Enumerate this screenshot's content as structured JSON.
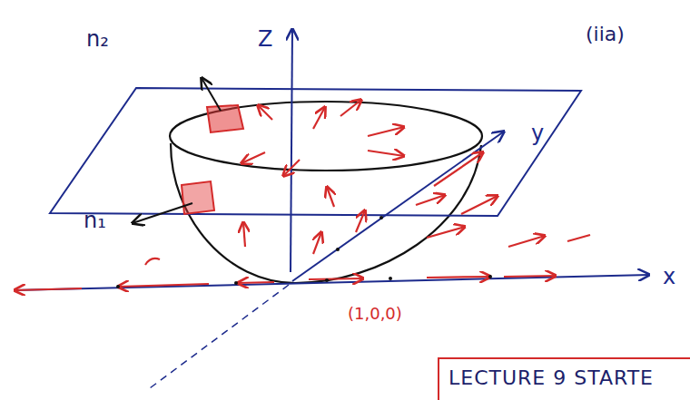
{
  "diagram": {
    "nodes": [
      {
        "text": [
          "LECTURE 9 STARTE"
        ]
      }
    ],
    "labels": [
      "(iia)",
      "Z",
      "n₂",
      "y",
      "n₁",
      "x",
      "(1,0,0)"
    ]
  }
}
